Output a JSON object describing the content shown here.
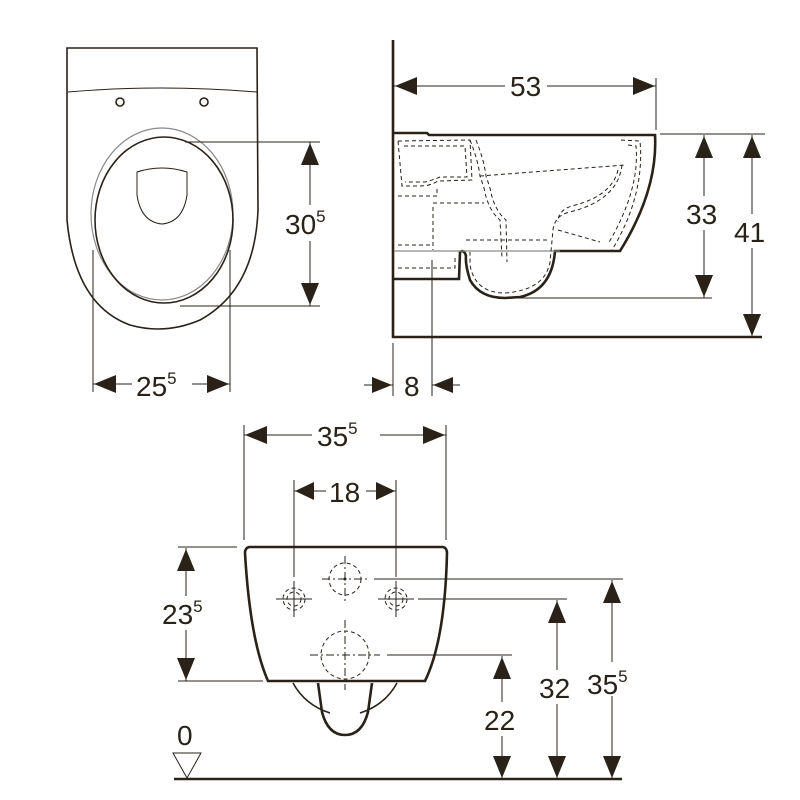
{
  "drawing": {
    "subject": "wall-hung toilet dimension drawing",
    "units": "cm",
    "line_color": "#2a2118",
    "background": "#ffffff"
  },
  "top_view": {
    "seat_length": {
      "main": "30",
      "sup": "5"
    },
    "seat_width": {
      "main": "25",
      "sup": "5"
    }
  },
  "side_view": {
    "depth": {
      "main": "53"
    },
    "bowl_height": {
      "main": "33"
    },
    "total_height": {
      "main": "41"
    },
    "wall_offset": {
      "main": "8"
    }
  },
  "rear_view": {
    "width": {
      "main": "35",
      "sup": "5"
    },
    "bolt_spacing": {
      "main": "18"
    },
    "body_height": {
      "main": "23",
      "sup": "5"
    },
    "outlet_height": {
      "main": "22"
    },
    "bolt_height": {
      "main": "32"
    },
    "inlet_height": {
      "main": "35",
      "sup": "5"
    },
    "floor_level": {
      "main": "0"
    }
  }
}
